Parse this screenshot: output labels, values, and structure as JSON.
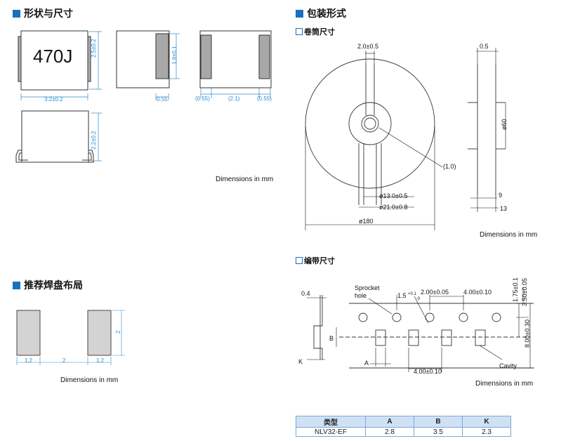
{
  "sections": {
    "shape": "形状与尺寸",
    "package": "包装形式",
    "reel": "卷筒尺寸",
    "tape": "编带尺寸",
    "land": "推荐焊盘布局"
  },
  "units_note": "Dimensions in mm",
  "component": {
    "marking": "470J",
    "length": "3.2±0.2",
    "width": "2.5±0.2",
    "height": "2.2±0.2",
    "electrode_h": "1.9±0.1",
    "electrode_w": "0.55",
    "side_e1": "(0.55)",
    "side_gap": "(2.1)",
    "side_e2": "(0.55)"
  },
  "land": {
    "pad_w1": "1.2",
    "gap": "2",
    "pad_w2": "1.2",
    "pad_h": "2"
  },
  "reel": {
    "slot": "2.0±0.5",
    "hub_note": "(1.0)",
    "arbor": "ø13.0±0.5",
    "hub": "ø21.0±0.8",
    "outer": "ø180",
    "flange_t": "0.5",
    "core": "ø60",
    "w_inner": "9",
    "w_outer": "13"
  },
  "tape": {
    "t": "0.4",
    "sprocket_label_1": "Sprocket",
    "sprocket_label_2": "hole",
    "hole_d": "1.5",
    "hole_tol_plus": "+0.1",
    "hole_tol_minus": "-0",
    "hole_to_pocket": "2.00±0.05",
    "hole_pitch": "4.00±0.10",
    "edge_to_hole": "1.75±0.1",
    "hole_to_center": "3.50±0.05",
    "tape_width": "8.00±0.30",
    "pocket_pitch": "4.00±0.10",
    "cavity": "Cavity",
    "label_A": "A",
    "label_B": "B",
    "label_K": "K"
  },
  "table": {
    "headers": [
      "类型",
      "A",
      "B",
      "K"
    ],
    "rows": [
      [
        "NLV32-EF",
        "2.8",
        "3.5",
        "2.3"
      ]
    ]
  },
  "colors": {
    "accent": "#1b6fc1",
    "dim_line": "#2a8bd0",
    "electrode": "#a8a8a8",
    "pad": "#d3d3d3",
    "table_header": "#cfe1f5"
  }
}
